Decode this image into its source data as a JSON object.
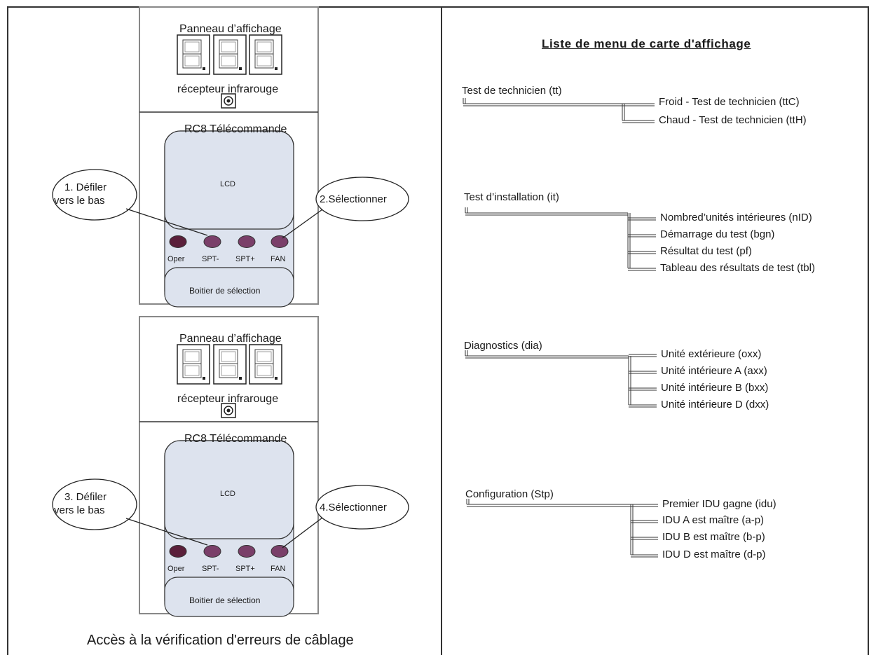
{
  "left": {
    "panels": [
      {
        "display_title": "Panneau d’affichage",
        "ir_label": "récepteur infrarouge",
        "remote_title": "RC8 Télécommande",
        "lcd_label": "LCD",
        "buttons": [
          "Oper",
          "SPT-",
          "SPT+",
          "FAN"
        ],
        "selection_box": "Boitier de sélection",
        "callout_left": [
          "1. Défiler",
          "vers le bas"
        ],
        "callout_right": "2.Sélectionner"
      },
      {
        "display_title": "Panneau d’affichage",
        "ir_label": "récepteur infrarouge",
        "remote_title": "RC8 Télécommande",
        "lcd_label": "LCD",
        "buttons": [
          "Oper",
          "SPT-",
          "SPT+",
          "FAN"
        ],
        "selection_box": "Boitier de sélection",
        "callout_left": [
          "3. Défiler",
          "vers le bas"
        ],
        "callout_right": "4.Sélectionner"
      }
    ],
    "caption": "Accès à la vérification d'erreurs de câblage"
  },
  "right": {
    "title": "Liste de menu de carte d'affichage",
    "menus": [
      {
        "root": "Test de technicien (tt)",
        "items": [
          "Froid - Test de technicien (ttC)",
          "Chaud - Test de technicien (ttH)"
        ]
      },
      {
        "root": "Test d’installation (it)",
        "items": [
          "Nombred’unités intérieures (nID)",
          "Démarrage du test (bgn)",
          "Résultat du test (pf)",
          "Tableau des résultats de test (tbl)"
        ]
      },
      {
        "root": "Diagnostics (dia)",
        "items": [
          "Unité extérieure (oxx)",
          "Unité intérieure A (axx)",
          "Unité intérieure B (bxx)",
          "Unité intérieure D (dxx)"
        ]
      },
      {
        "root": "Configuration (Stp)",
        "items": [
          "Premier IDU gagne (idu)",
          "IDU A est  maître (a-p)",
          "IDU B est  maître (b-p)",
          "IDU D est  maître (d-p)"
        ]
      }
    ]
  },
  "colors": {
    "lcd_fill": "#dde3ee",
    "button_dark": "#5a1f3a",
    "button": "#7a3f69",
    "line": "#333333"
  }
}
